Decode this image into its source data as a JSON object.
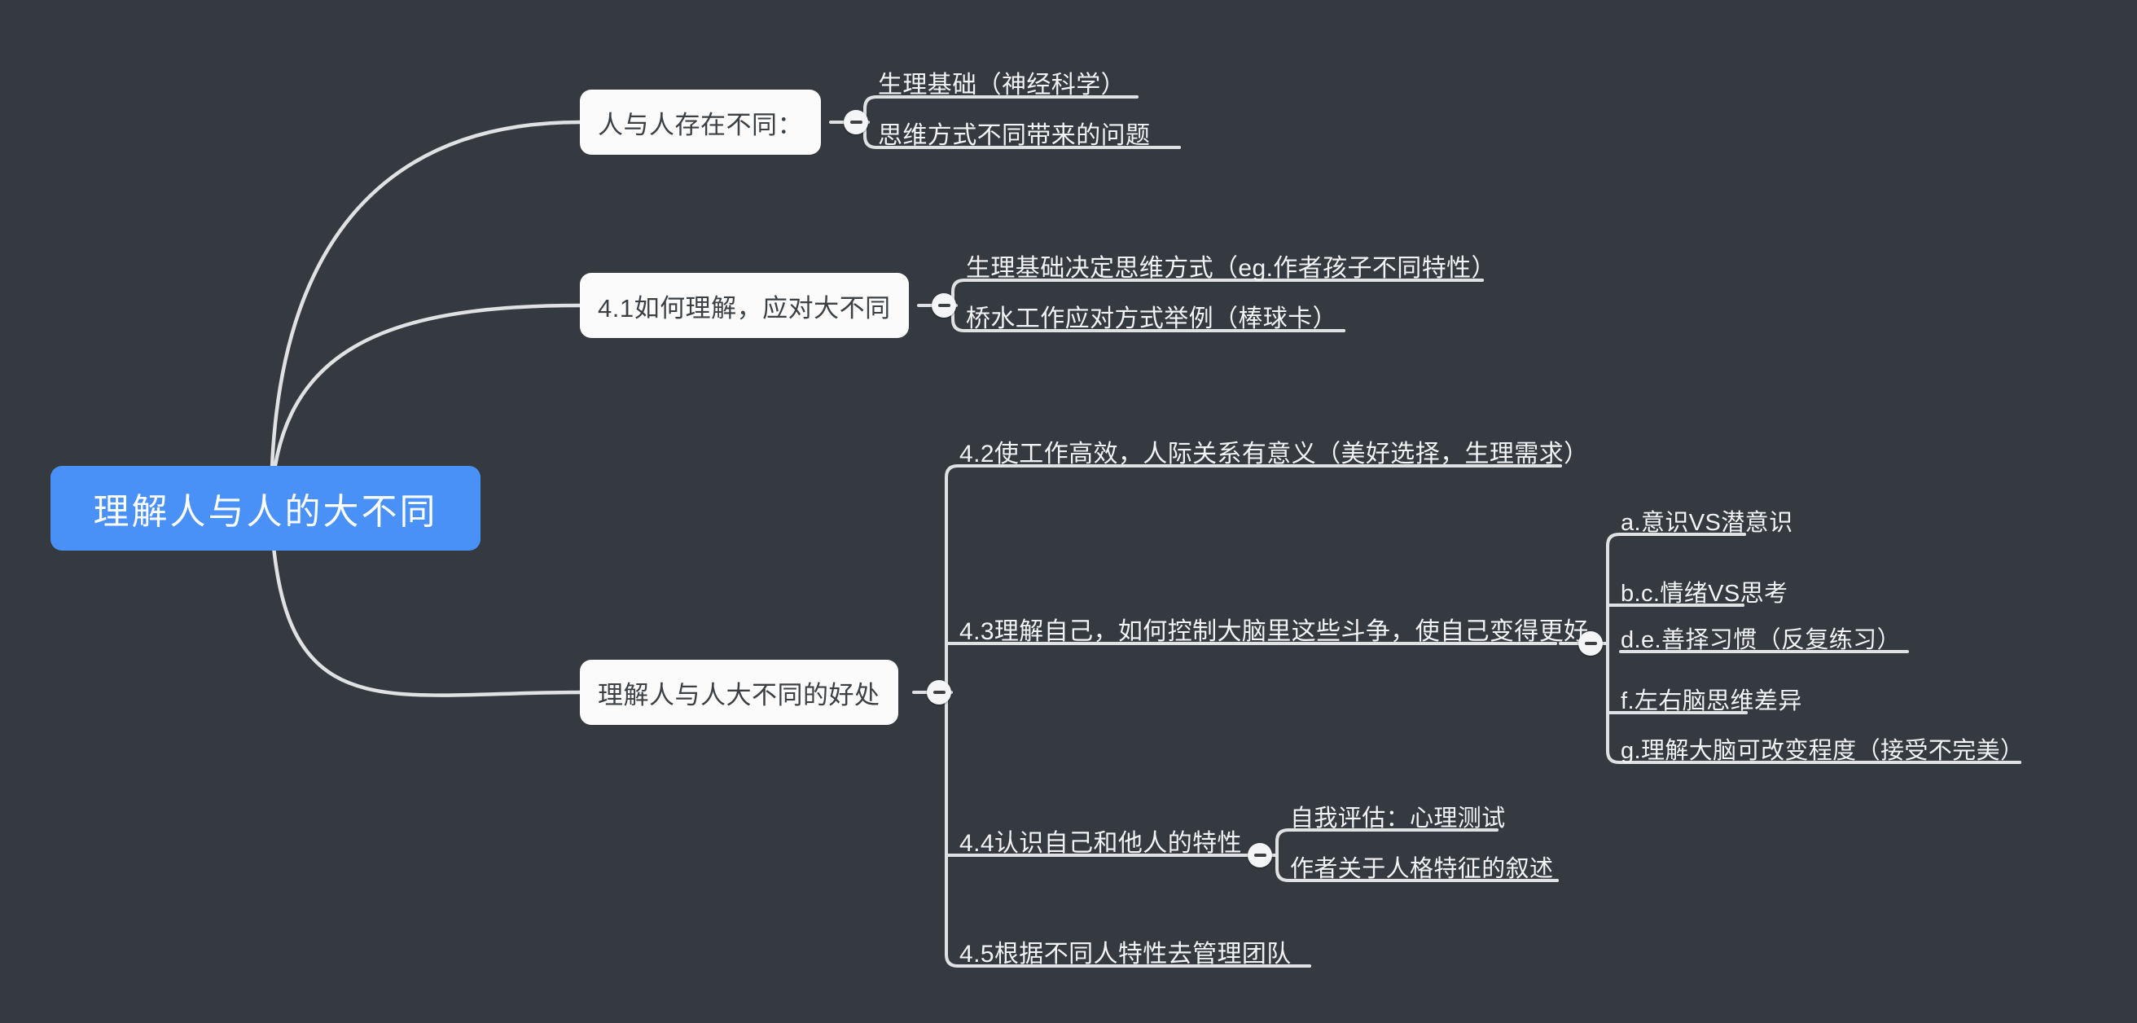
{
  "theme": {
    "background": "#343a40",
    "root_fill": "#4a91f7",
    "root_text": "#ffffff",
    "branch_fill": "#fbfbfb",
    "branch_text": "#3b4045",
    "leaf_text": "#f2f3f4",
    "connector": "#dfe1e3",
    "toggle_fill": "#f4f5f6"
  },
  "mindmap": {
    "root": {
      "label": "理解人与人的大不同"
    },
    "branches": [
      {
        "label": "人与人存在不同：",
        "toggle_state": "expanded",
        "toggle_glyph": "−",
        "children": [
          {
            "label": "生理基础（神经科学）"
          },
          {
            "label": "思维方式不同带来的问题"
          }
        ]
      },
      {
        "label": "4.1如何理解，应对大不同",
        "toggle_state": "expanded",
        "toggle_glyph": "−",
        "children": [
          {
            "label": "生理基础决定思维方式（eg.作者孩子不同特性）"
          },
          {
            "label": "桥水工作应对方式举例（棒球卡）"
          }
        ]
      },
      {
        "label": "理解人与人大不同的好处",
        "toggle_state": "expanded",
        "toggle_glyph": "−",
        "children": [
          {
            "label": "4.2使工作高效，人际关系有意义（美好选择，生理需求）",
            "children": []
          },
          {
            "label": "4.3理解自己，如何控制大脑里这些斗争，使自己变得更好",
            "toggle_state": "expanded",
            "toggle_glyph": "−",
            "children": [
              {
                "label": "a.意识VS潜意识"
              },
              {
                "label": "b.c.情绪VS思考"
              },
              {
                "label": "d.e.善择习惯（反复练习）"
              },
              {
                "label": "f.左右脑思维差异"
              },
              {
                "label": "g.理解大脑可改变程度（接受不完美）"
              }
            ]
          },
          {
            "label": "4.4认识自己和他人的特性",
            "toggle_state": "expanded",
            "toggle_glyph": "−",
            "children": [
              {
                "label": "自我评估：心理测试"
              },
              {
                "label": "作者关于人格特征的叙述"
              }
            ]
          },
          {
            "label": "4.5根据不同人特性去管理团队",
            "children": []
          }
        ]
      }
    ]
  }
}
